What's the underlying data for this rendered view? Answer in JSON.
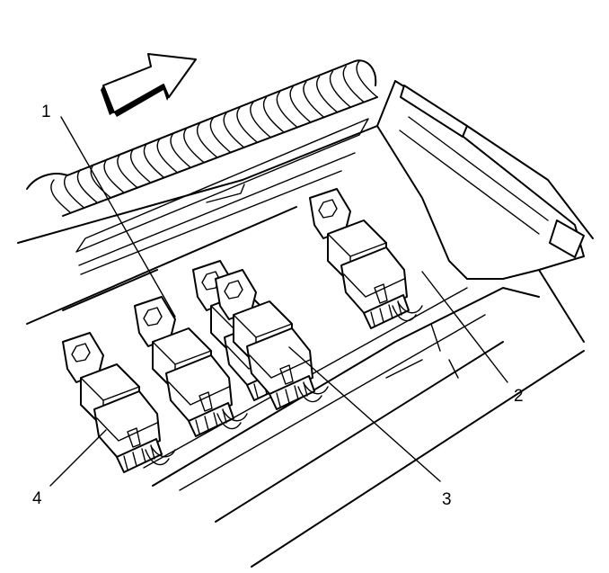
{
  "callouts": [
    {
      "id": "1",
      "label": "1"
    },
    {
      "id": "2",
      "label": "2"
    },
    {
      "id": "3",
      "label": "3"
    },
    {
      "id": "4",
      "label": "4"
    }
  ],
  "icons": {
    "direction_arrow": "forward-arrow-icon"
  }
}
